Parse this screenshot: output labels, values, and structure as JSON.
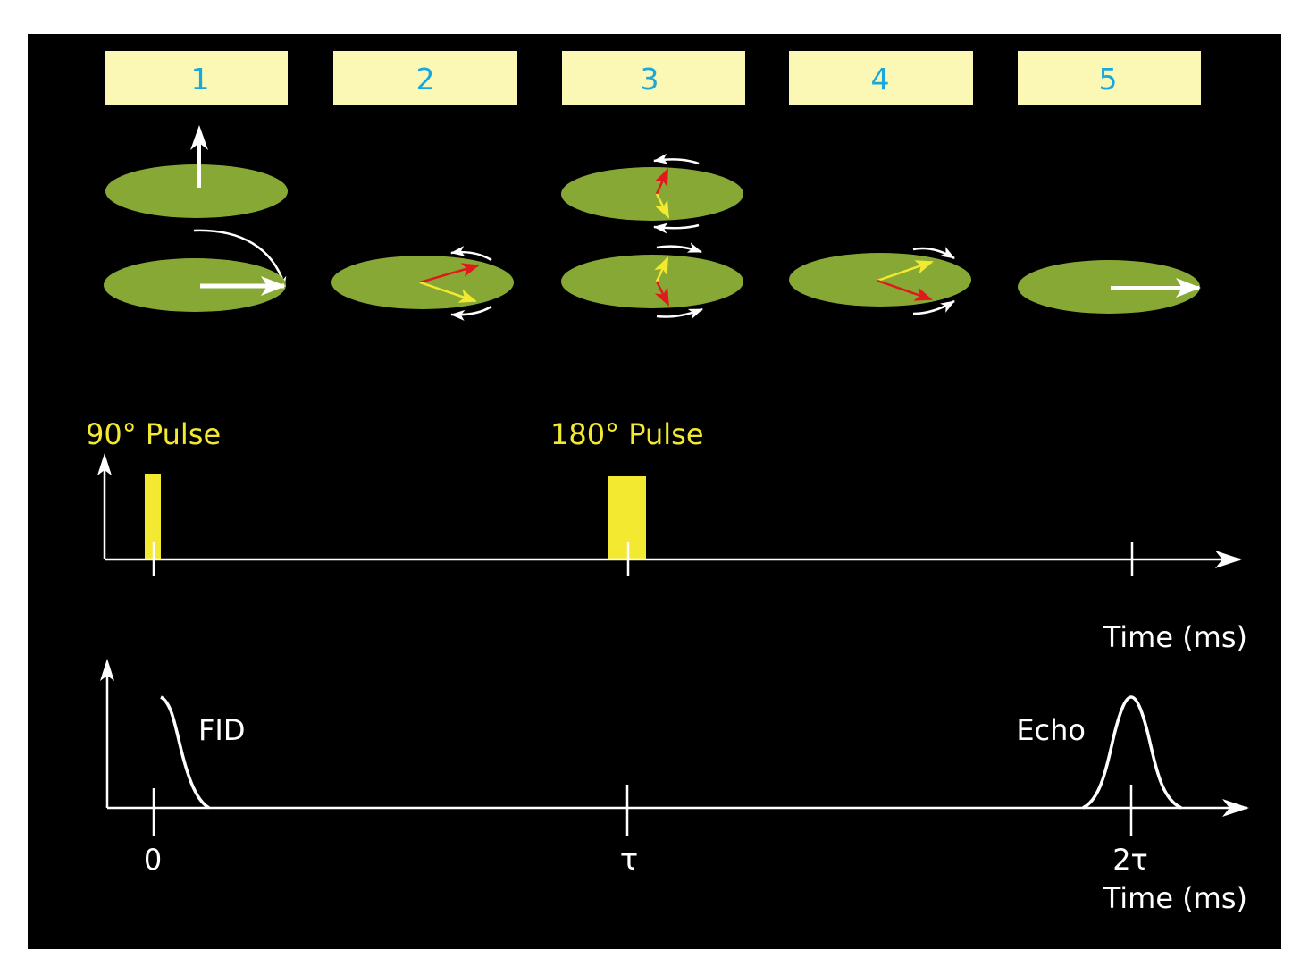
{
  "colors": {
    "background": "#000000",
    "page": "#ffffff",
    "step_box": "#fbf7b5",
    "step_number": "#1aa7dc",
    "disk": "#87a834",
    "pulse": "#f2e930",
    "pulse_label": "#f2e930",
    "fast_spin": "#e2191c",
    "slow_spin": "#f2e930",
    "arrow": "#ffffff"
  },
  "steps": [
    "1",
    "2",
    "3",
    "4",
    "5"
  ],
  "pulses": {
    "pulse_90_label": "90° Pulse",
    "pulse_180_label": "180° Pulse"
  },
  "axes": {
    "pulse_axis_label": "Time (ms)",
    "signal_axis_label": "Time (ms)",
    "tick_0": "0",
    "tick_tau": "τ",
    "tick_2tau": "2τ"
  },
  "signals": {
    "fid_label": "FID",
    "echo_label": "Echo"
  }
}
